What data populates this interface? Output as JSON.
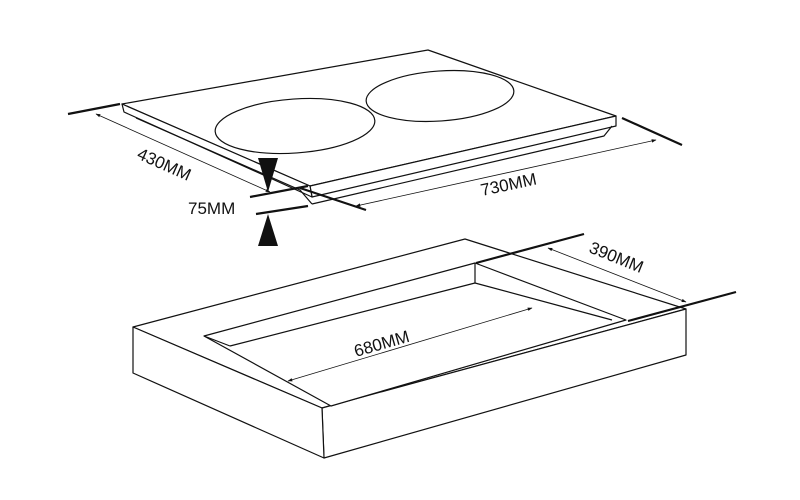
{
  "colors": {
    "line": "#111111",
    "background": "#ffffff"
  },
  "dimensions": {
    "hob_depth": "430MM",
    "hob_width": "730MM",
    "hob_thickness": "75MM",
    "cutout_depth": "390MM",
    "cutout_width": "680MM"
  }
}
